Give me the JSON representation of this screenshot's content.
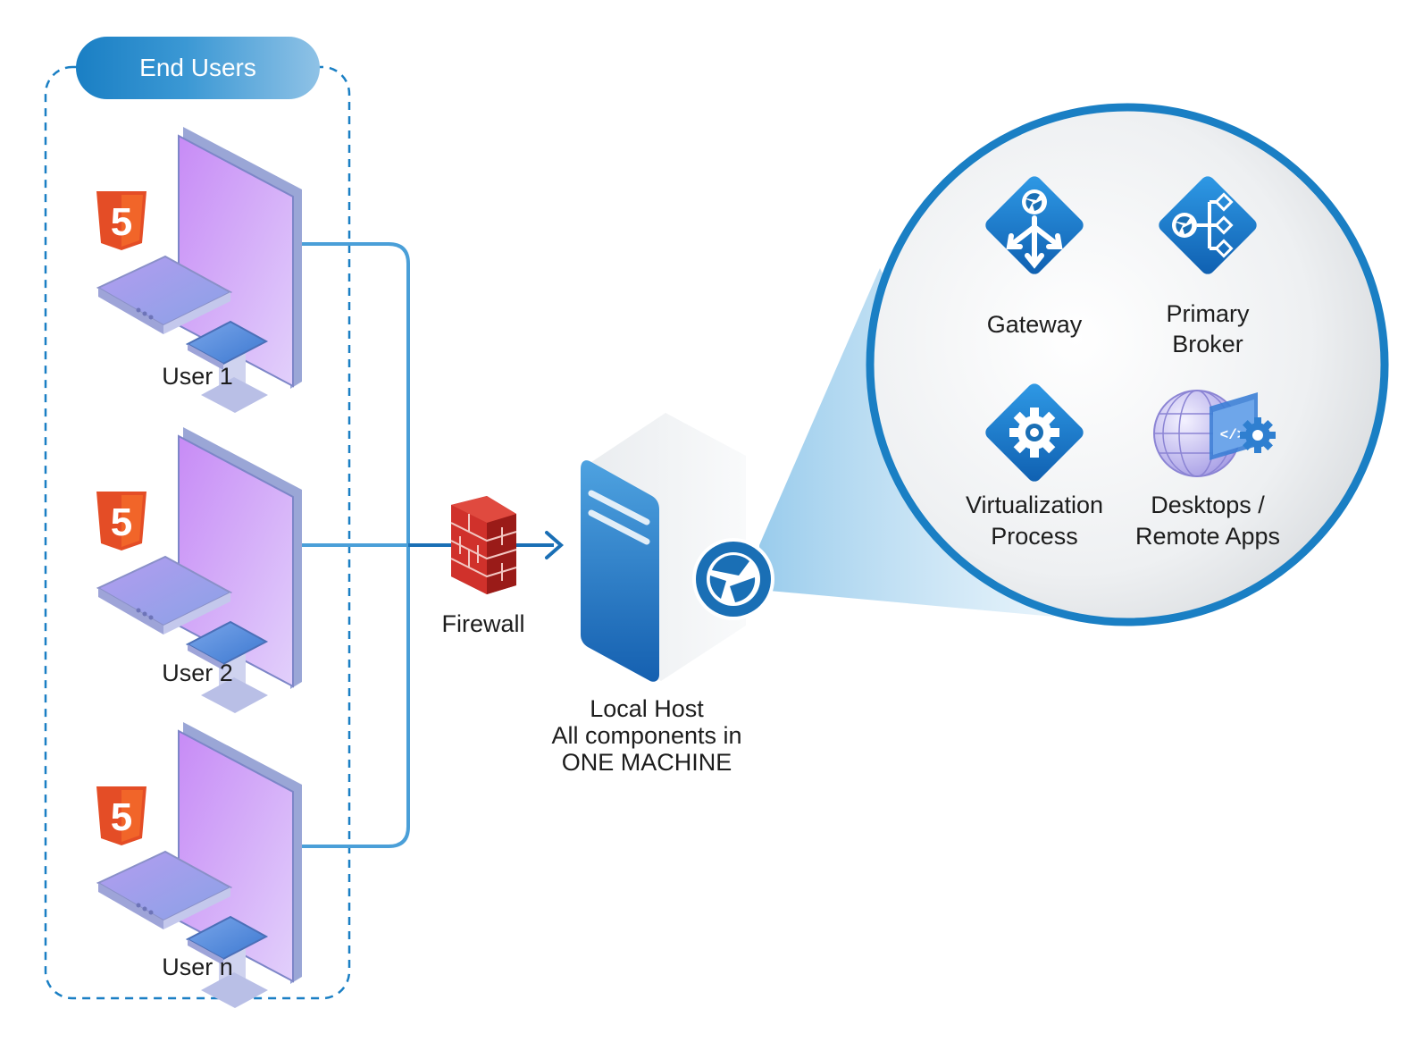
{
  "group": {
    "title": "End Users"
  },
  "users": [
    {
      "label": "User 1"
    },
    {
      "label": "User 2"
    },
    {
      "label": "User n"
    }
  ],
  "firewall": {
    "label": "Firewall"
  },
  "host": {
    "line1": "Local Host",
    "line2": "All components in",
    "line3": "ONE MACHINE"
  },
  "components": [
    {
      "line1": "Gateway",
      "line2": ""
    },
    {
      "line1": "Primary",
      "line2": "Broker"
    },
    {
      "line1": "Virtualization",
      "line2": "Process"
    },
    {
      "line1": "Desktops /",
      "line2": "Remote Apps"
    }
  ],
  "colors": {
    "accent_blue": "#1a6fb5",
    "connector": "#4a9fd8",
    "html5_orange": "#e44d26",
    "monitor_screen": "#c98ef5",
    "brick_red": "#c42a25"
  }
}
